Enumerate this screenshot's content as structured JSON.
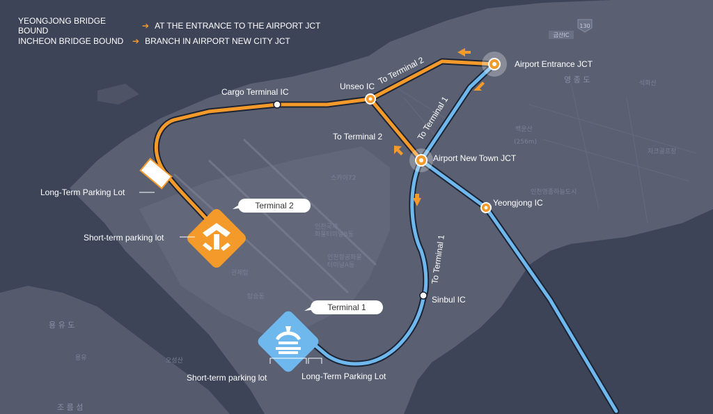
{
  "legend": [
    {
      "from": "YEONGJONG BRIDGE BOUND",
      "to": "AT THE ENTRANCE TO THE AIRPORT JCT"
    },
    {
      "from": "INCHEON BRIDGE BOUND",
      "to": "BRANCH IN AIRPORT NEW CITY JCT"
    }
  ],
  "colors": {
    "orange_route": "#f39a2b",
    "blue_route": "#6fb8ee",
    "background": "#3d4458",
    "land": "#5a6070"
  },
  "places": {
    "airport_entrance_jct": "Airport Entrance JCT",
    "unseo_ic": "Unseo IC",
    "cargo_terminal_ic": "Cargo Terminal IC",
    "airport_new_town_jct": "Airport New Town JCT",
    "yeongjong_ic": "Yeongjong IC",
    "sinbul_ic": "Sinbul IC"
  },
  "directions": {
    "to_terminal_2_top": "To Terminal 2",
    "to_terminal_2_left": "To Terminal 2",
    "to_terminal_1_upper": "To Terminal 1",
    "to_terminal_1_lower": "To Terminal 1"
  },
  "terminal2": {
    "callout": "Terminal 2",
    "long_term_parking": "Long-Term Parking Lot",
    "short_term_parking": "Short-term parking lot"
  },
  "terminal1": {
    "callout": "Terminal 1",
    "short_term_parking": "Short-term parking lot",
    "long_term_parking": "Long-Term Parking Lot"
  },
  "korean_labels": {
    "yeongjongdo": "영 종 도",
    "seokhwasan": "석화산",
    "baekunsan": "백운산",
    "baekunsan_height": "(256m)",
    "jakeumulseom": "자크골프장",
    "skyview": "스카이72",
    "cargo_terminal_b": "인천국제\n화물터미널B동",
    "cargo_terminal_a": "인천항공화물\n터미널A동",
    "control_tower": "관제탑",
    "tap": "탑승동",
    "yongyudo": "용 유 도",
    "yongyu": "용유",
    "oseongsan": "오성산",
    "joreumseom": "조 름 섬",
    "newcity": "인천영종하늘도시",
    "highway_badge": "130",
    "hwy_sign": "금산IC"
  }
}
